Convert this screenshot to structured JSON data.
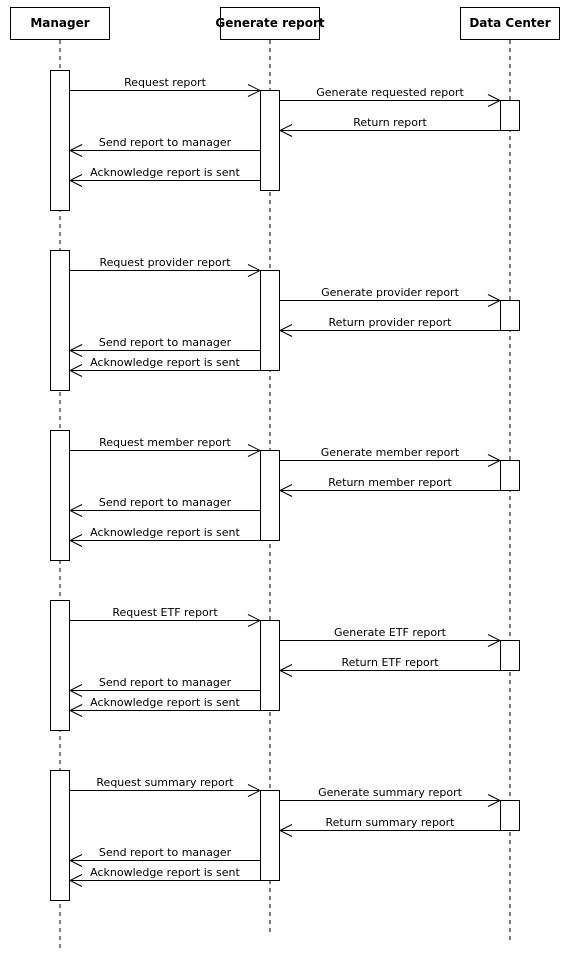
{
  "participants": [
    {
      "id": "manager",
      "label": "Manager"
    },
    {
      "id": "generate",
      "label": "Generate report"
    },
    {
      "id": "datacenter",
      "label": "Data Center"
    }
  ],
  "groups": [
    {
      "request": "Request report",
      "generate": "Generate requested report",
      "return": "Return report",
      "send": "Send report to manager",
      "ack": "Acknowledge report is sent"
    },
    {
      "request": "Request provider report",
      "generate": "Generate provider report",
      "return": "Return provider report",
      "send": "Send report to manager",
      "ack": "Acknowledge report is sent"
    },
    {
      "request": "Request member report",
      "generate": "Generate member report",
      "return": "Return member report",
      "send": "Send report to manager",
      "ack": "Acknowledge report is sent"
    },
    {
      "request": "Request ETF report",
      "generate": "Generate ETF report",
      "return": "Return ETF report",
      "send": "Send report to manager",
      "ack": "Acknowledge report is sent"
    },
    {
      "request": "Request summary report",
      "generate": "Generate summary report",
      "return": "Return summary report",
      "send": "Send report to manager",
      "ack": "Acknowledge report is sent"
    }
  ]
}
